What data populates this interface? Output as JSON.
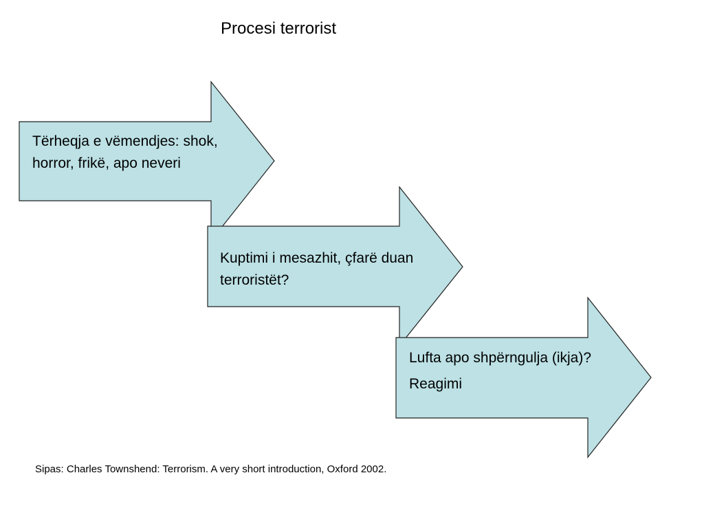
{
  "title": "Procesi terrorist",
  "steps": [
    {
      "lines": [
        "Tërheqja e vëmendjes: shok,",
        "horror, frikë, apo neveri"
      ]
    },
    {
      "lines": [
        "Kuptimi i mesazhit, çfarë duan",
        "terroristët?"
      ]
    },
    {
      "lines": [
        "Lufta apo shpërngulja (ikja)?",
        "Reagimi"
      ]
    }
  ],
  "source": "Sipas: Charles Townshend: Terrorism. A very short introduction, Oxford 2002.",
  "colors": {
    "arrow_fill": "#bde1e5",
    "arrow_stroke": "#222222"
  }
}
